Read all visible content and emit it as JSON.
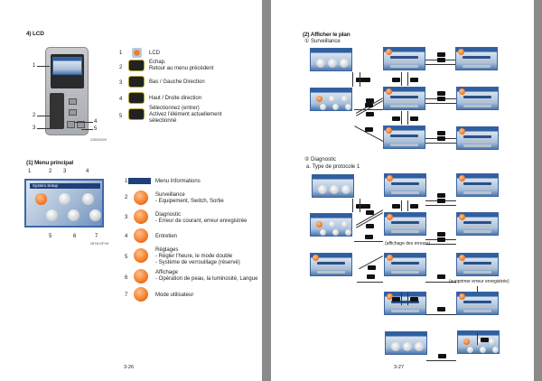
{
  "left_page": {
    "lcd_section": {
      "title": "4) LCD",
      "figure_code": "2280X0009",
      "callouts": [
        "1",
        "2",
        "3",
        "4",
        "5"
      ],
      "legend": [
        {
          "num": "1",
          "icon": "lcd-icon",
          "text": "LCD"
        },
        {
          "num": "2",
          "icon": "esc-key-icon",
          "text": "Echap.",
          "text2": "Retour au menu précédent"
        },
        {
          "num": "3",
          "icon": "down-left-key-icon",
          "text": "Bas / Gauche Direction"
        },
        {
          "num": "4",
          "icon": "up-right-key-icon",
          "text": "Haut / Droite direction"
        },
        {
          "num": "5",
          "icon": "enter-key-icon",
          "text": "Sélectionnez (entrer)",
          "text2": "Activez l'élément actuellement",
          "text3": "sélectionné"
        }
      ]
    },
    "menu_section": {
      "title": "(1) Menu principal",
      "figure_code": "2BT4KOP4H",
      "screen_title": "System Setup",
      "callouts": [
        "1",
        "2",
        "3",
        "4",
        "5",
        "6",
        "7"
      ],
      "legend": [
        {
          "num": "1",
          "icon": "info-bar-icon",
          "text": "Menu Informations"
        },
        {
          "num": "2",
          "icon": "surveillance-icon",
          "text": "Surveillance",
          "text2": "- Equipement, Switch, Sortie"
        },
        {
          "num": "3",
          "icon": "diagnostic-icon",
          "text": "Diagnostic",
          "text2": "- Erreur de courant, erreur enregistrée"
        },
        {
          "num": "4",
          "icon": "maintenance-icon",
          "text": "Entretien"
        },
        {
          "num": "5",
          "icon": "settings-icon",
          "text": "Réglages",
          "text2": "- Régler l'heure, le mode double",
          "text3": "- Système de verrouillage (réservé)"
        },
        {
          "num": "6",
          "icon": "display-icon",
          "text": "Affichage",
          "text2": "- Opération de peau, la luminosité, Langue"
        },
        {
          "num": "7",
          "icon": "user-mode-icon",
          "text": "Mode utilisateur"
        }
      ]
    },
    "page_number": "3-26"
  },
  "right_page": {
    "title": "(2) Afficher le plan",
    "surveillance_label": "① Surveillance",
    "diagnostic_label": "② Diagnostic",
    "protocol_label": "a. Type de protocole 1",
    "note_errors": "(affichage des erreurs)",
    "note_delete": "(supprimer erreur enregistrée)",
    "page_number": "3-27"
  },
  "colors": {
    "accent": "#f47b27",
    "screen_blue": "#2f5fa0",
    "page_gap": "#8a8a8a"
  }
}
